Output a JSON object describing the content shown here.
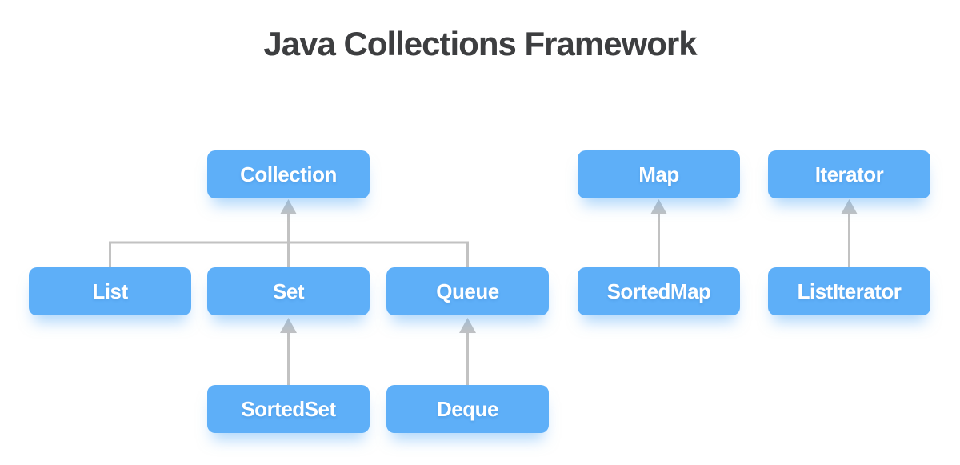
{
  "title": "Java Collections Framework",
  "nodes": {
    "collection": {
      "label": "Collection"
    },
    "map": {
      "label": "Map"
    },
    "iterator": {
      "label": "Iterator"
    },
    "list": {
      "label": "List"
    },
    "set": {
      "label": "Set"
    },
    "queue": {
      "label": "Queue"
    },
    "sortedmap": {
      "label": "SortedMap"
    },
    "listiterator": {
      "label": "ListIterator"
    },
    "sortedset": {
      "label": "SortedSet"
    },
    "deque": {
      "label": "Deque"
    }
  },
  "edges": [
    {
      "from": "List",
      "to": "Collection"
    },
    {
      "from": "Set",
      "to": "Collection"
    },
    {
      "from": "Queue",
      "to": "Collection"
    },
    {
      "from": "SortedSet",
      "to": "Set"
    },
    {
      "from": "Deque",
      "to": "Queue"
    },
    {
      "from": "SortedMap",
      "to": "Map"
    },
    {
      "from": "ListIterator",
      "to": "Iterator"
    }
  ],
  "colors": {
    "box_fill": "#5eaff8",
    "box_text": "#ffffff",
    "arrow": "#c2c2c2",
    "title": "#3d3e40",
    "background": "#ffffff"
  }
}
